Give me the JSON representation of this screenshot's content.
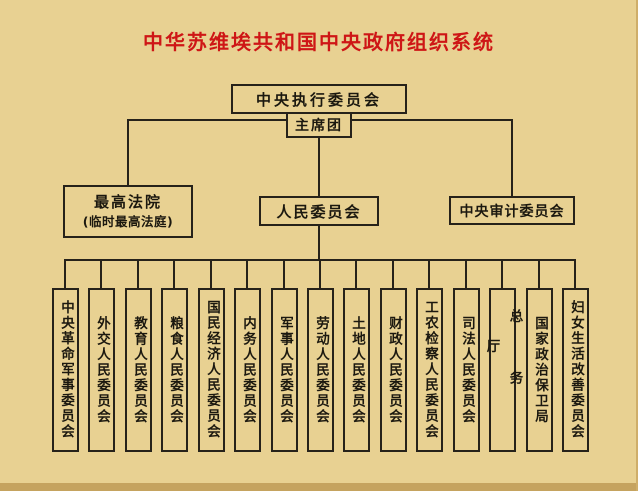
{
  "title": "中华苏维埃共和国中央政府组织系统",
  "org": {
    "root": {
      "label": "中央执行委员会"
    },
    "presidium": {
      "label": "主席团"
    },
    "court": {
      "label": "最高法院",
      "sublabel": "(临时最高法庭)"
    },
    "peoples_committee": {
      "label": "人民委员会"
    },
    "audit": {
      "label": "中央审计委员会"
    },
    "departments": [
      "中央革命军事委员会",
      "外交人民委员会",
      "教育人民委员会",
      "粮食人民委员会",
      "国民经济人民委员会",
      "内务人民委员会",
      "军事人民委员会",
      "劳动人民委员会",
      "土地人民委员会",
      "财政人民委员会",
      "工农检察人民委员会",
      "司法人民委员会",
      "总务厅",
      "国家政治保卫局",
      "妇女生活改善委员会"
    ]
  },
  "colors": {
    "background": "#e8d192",
    "title": "#ce1616",
    "line": "#26221a",
    "text": "#1b180f",
    "edge": "#c5a35f"
  }
}
